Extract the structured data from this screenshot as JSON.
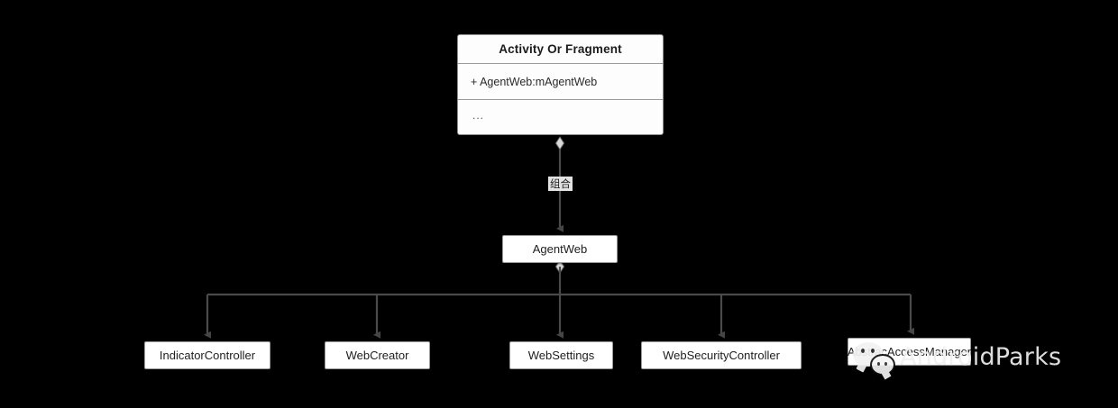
{
  "diagram": {
    "background_color": "#000000",
    "edge_color": "#4a4a4a",
    "box_fill": "#ffffff",
    "box_border": "#9a9a9a",
    "root_class": {
      "title": "Activity Or Fragment",
      "attributes": "+ AgentWeb:mAgentWeb",
      "operations": "..."
    },
    "composition_edge": {
      "label": "组合",
      "from": "Activity Or Fragment",
      "to": "AgentWeb"
    },
    "agentweb_node": {
      "label": "AgentWeb"
    },
    "children": [
      {
        "label": "IndicatorController"
      },
      {
        "label": "WebCreator"
      },
      {
        "label": "WebSettings"
      },
      {
        "label": "WebSecurityController"
      },
      {
        "label": "AbstracAccessManager"
      }
    ]
  },
  "watermark": {
    "text": "AndroidParks",
    "logo_name": "chat-bubbles-logo"
  }
}
